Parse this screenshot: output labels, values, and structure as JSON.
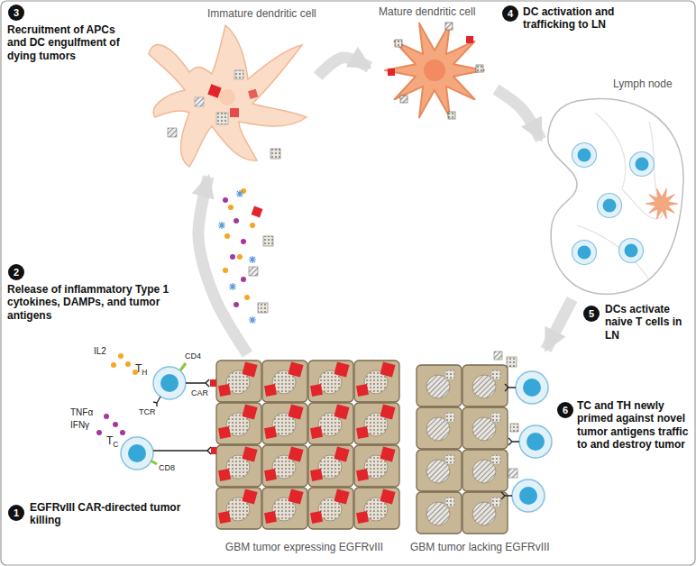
{
  "diagram": {
    "nodes": [
      {
        "text": [
          "Immature dendritic cell"
        ]
      },
      {
        "text": [
          "Mature dendritic cell"
        ]
      },
      {
        "text": [
          "Lymph node"
        ]
      },
      {
        "text": [
          "TH"
        ]
      },
      {
        "text": [
          "TC"
        ]
      },
      {
        "text": [
          "GBM tumor expressing EGFRvIII"
        ]
      },
      {
        "text": [
          "GBM tumor lacking EGFRvIII"
        ]
      }
    ],
    "edges": [
      {
        "from": 5,
        "to": 0,
        "arrow": "to"
      },
      {
        "from": 0,
        "to": 1,
        "arrow": "to"
      },
      {
        "from": 1,
        "to": 2,
        "arrow": "to"
      },
      {
        "from": 2,
        "to": 6,
        "arrow": "to"
      }
    ],
    "labels": [
      "1",
      "EGFRvIII CAR-directed tumor killing",
      "2",
      "Release of inflammatory Type 1 cytokines, DAMPs, and tumor antigens",
      "3",
      "Recruitment of APCs and DC engulfment of dying tumors",
      "4",
      "DC activation and trafficking to LN",
      "5",
      "DCs activate naive T cells in LN",
      "6",
      "TC and TH newly primed against novel tumor antigens traffic to and destroy tumor",
      "IL2",
      "TNFα",
      "IFNγ",
      "CD4",
      "CAR",
      "TCR",
      "CD8"
    ]
  }
}
